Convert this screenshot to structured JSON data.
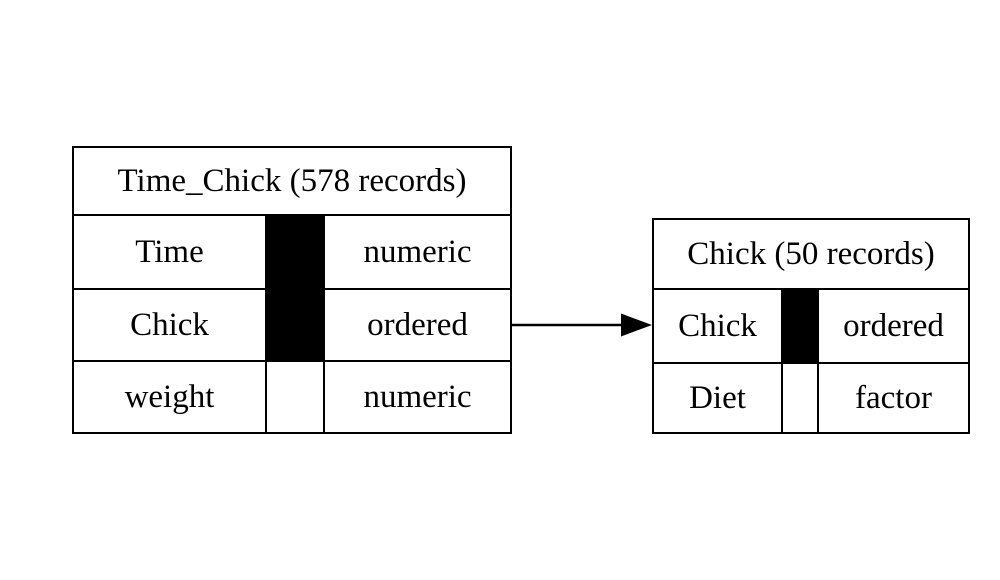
{
  "diagram": {
    "type": "data-model",
    "colors": {
      "border": "#000000",
      "key_fill": "#000000",
      "cell_fill": "#ffffff",
      "background": "#ffffff"
    },
    "tables": [
      {
        "title": "Time_Chick (578 records)",
        "columns": [
          {
            "name": "Time",
            "type": "numeric",
            "is_key": true
          },
          {
            "name": "Chick",
            "type": "ordered",
            "is_key": true
          },
          {
            "name": "weight",
            "type": "numeric",
            "is_key": false
          }
        ]
      },
      {
        "title": "Chick (50 records)",
        "columns": [
          {
            "name": "Chick",
            "type": "ordered",
            "is_key": true
          },
          {
            "name": "Diet",
            "type": "factor",
            "is_key": false
          }
        ]
      }
    ],
    "relation": {
      "from_table": "Time_Chick",
      "from_column": "Chick",
      "to_table": "Chick",
      "to_column": "Chick"
    }
  }
}
